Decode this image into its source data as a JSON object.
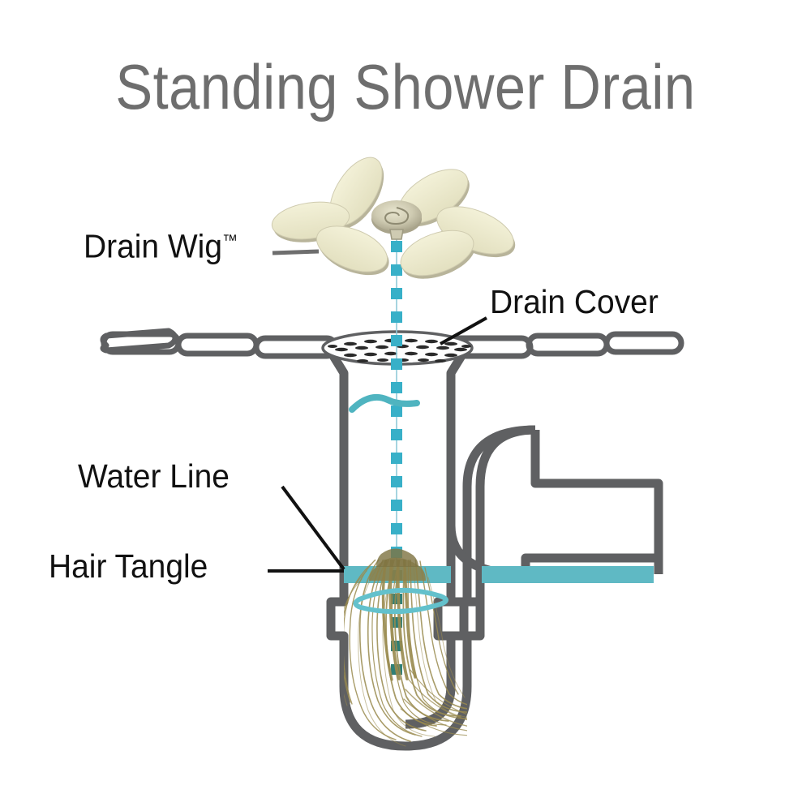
{
  "page": {
    "title": "Standing Shower Drain",
    "background_color": "#ffffff"
  },
  "colors": {
    "title_gray": "#6e6e6e",
    "label_black": "#111111",
    "pipe_gray": "#5f6062",
    "water_teal": "#5fb9c4",
    "chain_teal": "#38b0c8",
    "hair_tan": "#9a8b4f",
    "flower_cream": "#eceacd",
    "flower_shadow": "#b8b49a",
    "leader_gray": "#6e6e6e",
    "leader_black": "#111111"
  },
  "labels": {
    "drain_wig": "Drain Wig",
    "drain_wig_tm": "™",
    "drain_cover": "Drain Cover",
    "water_line": "Water Line",
    "hair_tangle": "Hair Tangle"
  },
  "diagram": {
    "type": "cutaway-illustration",
    "subject": "Standing shower drain with P-trap",
    "parts": [
      {
        "name": "drain-wig-flower",
        "label": "Drain Wig™",
        "description": "six-petal cream flower handle with spiral hub",
        "color": "#eceacd"
      },
      {
        "name": "drain-wig-chain",
        "description": "teal dashed bead chain descending from flower through drain into trap",
        "color": "#38b0c8"
      },
      {
        "name": "drain-cover",
        "label": "Drain Cover",
        "description": "perforated oval strainer plate at floor level",
        "color": "#5f6062"
      },
      {
        "name": "floor-tiles",
        "description": "row of elongated rounded tile outlines at floor level left and right of drain",
        "color": "#5f6062"
      },
      {
        "name": "drain-pipe",
        "description": "vertical pipe below drain cover",
        "color": "#5f6062"
      },
      {
        "name": "p-trap",
        "description": "U-bend trap below drain pipe",
        "color": "#5f6062"
      },
      {
        "name": "outlet-pipe",
        "description": "riser and horizontal elbow outlet at right of trap",
        "color": "#5f6062"
      },
      {
        "name": "water-line",
        "label": "Water Line",
        "description": "teal horizontal band marking standing water level in trap and outlet",
        "color": "#5fb9c4"
      },
      {
        "name": "hair-tangle",
        "label": "Hair Tangle",
        "description": "clump of tan hair strands caught on the chain inside the trap",
        "color": "#9a8b4f"
      }
    ],
    "leaders": [
      {
        "from": "drain-wig-label",
        "to": "drain-wig-flower",
        "style": "horizontal",
        "color": "#6e6e6e"
      },
      {
        "from": "drain-cover-label",
        "to": "drain-cover",
        "style": "diagonal",
        "color": "#111111"
      },
      {
        "from": "water-line-label",
        "to": "water-line",
        "style": "diagonal",
        "color": "#111111"
      },
      {
        "from": "hair-tangle-label",
        "to": "hair-tangle",
        "style": "horizontal",
        "color": "#111111"
      }
    ]
  }
}
